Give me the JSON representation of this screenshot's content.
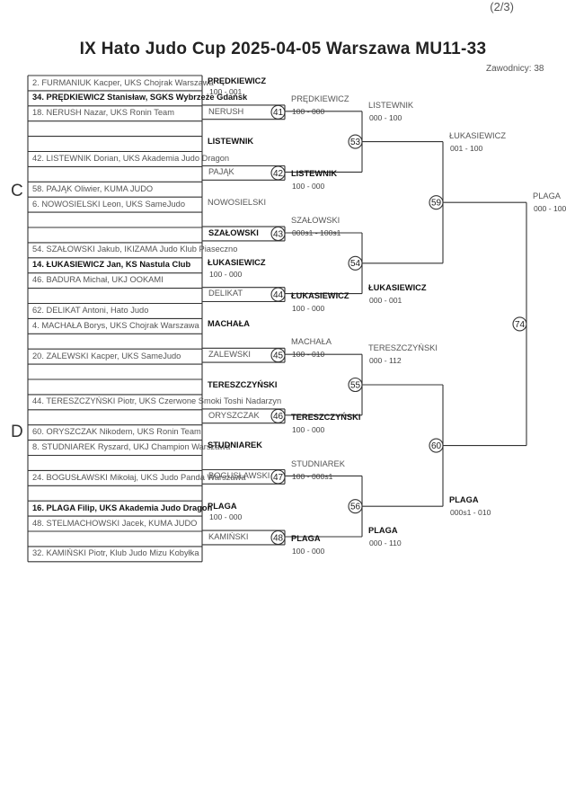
{
  "page": "(2/3)",
  "title": "IX Hato Judo Cup  2025-04-05  Warszawa   MU11-33",
  "participants_count": "Zawodnicy: 38",
  "pools": [
    "C",
    "D"
  ],
  "entries": [
    {
      "text": "2. FURMANIUK Kacper, UKS Chojrak Warszawa",
      "bold": false
    },
    {
      "text": "34. PRĘDKIEWICZ Stanisław, SGKS Wybrzeże Gdańsk",
      "bold": true
    },
    {
      "text": "18. NERUSH Nazar, UKS Ronin Team",
      "bold": false
    },
    {
      "text": "",
      "bold": false
    },
    {
      "text": "",
      "bold": false
    },
    {
      "text": "42. LISTEWNIK Dorian, UKS Akademia Judo Dragon",
      "bold": false
    },
    {
      "text": "",
      "bold": false
    },
    {
      "text": "58. PAJĄK Oliwier, KUMA JUDO",
      "bold": false
    },
    {
      "text": "6. NOWOSIELSKI Leon, UKS SameJudo",
      "bold": false
    },
    {
      "text": "",
      "bold": false
    },
    {
      "text": "",
      "bold": false
    },
    {
      "text": "54. SZAŁOWSKI Jakub, IKIZAMA Judo Klub Piaseczno",
      "bold": false
    },
    {
      "text": "14. ŁUKASIEWICZ Jan, KS Nastula Club",
      "bold": true
    },
    {
      "text": "46. BADURA Michał, UKJ OOKAMI",
      "bold": false
    },
    {
      "text": "",
      "bold": false
    },
    {
      "text": "62. DELIKAT Antoni, Hato Judo",
      "bold": false
    },
    {
      "text": "4. MACHAŁA Borys, UKS Chojrak Warszawa",
      "bold": false
    },
    {
      "text": "",
      "bold": false
    },
    {
      "text": "20. ZALEWSKI Kacper, UKS SameJudo",
      "bold": false
    },
    {
      "text": "",
      "bold": false
    },
    {
      "text": "",
      "bold": false
    },
    {
      "text": "44. TERESZCZYŃSKI Piotr, UKS Czerwone Smoki Toshi Nadarzyn",
      "bold": false
    },
    {
      "text": "",
      "bold": false
    },
    {
      "text": "60. ORYSZCZAK Nikodem, UKS Ronin Team",
      "bold": false
    },
    {
      "text": "8. STUDNIAREK Ryszard, UKJ Champion Warszawa",
      "bold": false
    },
    {
      "text": "",
      "bold": false
    },
    {
      "text": "24. BOGUSŁAWSKI Mikołaj, UKS Judo Panda Warszawa",
      "bold": false
    },
    {
      "text": "",
      "bold": false
    },
    {
      "text": "16. PLAGA Filip, UKS Akademia Judo Dragon",
      "bold": true
    },
    {
      "text": "48. STELMACHOWSKI Jacek, KUMA JUDO",
      "bold": false
    },
    {
      "text": "",
      "bold": false
    },
    {
      "text": "32. KAMIŃSKI Piotr, Klub Judo Mizu Kobyłka",
      "bold": false
    }
  ],
  "round0": [
    {
      "upper": "PRĘDKIEWICZ",
      "upper_bold": true,
      "lower": "NERUSH",
      "lower_bold": false,
      "score": "100 - 001"
    },
    {
      "upper": "LISTEWNIK",
      "upper_bold": true,
      "lower": "PAJĄK",
      "lower_bold": false,
      "score": ""
    },
    {
      "upper": "NOWOSIELSKI",
      "upper_bold": false,
      "lower": "SZAŁOWSKI",
      "lower_bold": true,
      "score": ""
    },
    {
      "upper": "ŁUKASIEWICZ",
      "upper_bold": true,
      "lower": "DELIKAT",
      "lower_bold": false,
      "score": "100 - 000"
    },
    {
      "upper": "MACHAŁA",
      "upper_bold": true,
      "lower": "ZALEWSKI",
      "lower_bold": false,
      "score": ""
    },
    {
      "upper": "TERESZCZYŃSKI",
      "upper_bold": true,
      "lower": "ORYSZCZAK",
      "lower_bold": false,
      "score": ""
    },
    {
      "upper": "STUDNIAREK",
      "upper_bold": true,
      "lower": "BOGUSŁAWSKI",
      "lower_bold": false,
      "score": ""
    },
    {
      "upper": "PLAGA",
      "upper_bold": true,
      "lower": "KAMIŃSKI",
      "lower_bold": false,
      "score": "100 - 000"
    }
  ],
  "matches": [
    {
      "num": "41",
      "top_name": "PRĘDKIEWICZ",
      "top_bold": false,
      "top_score": "100 - 000",
      "bottom_name": "",
      "bottom_bold": false,
      "bottom_score": ""
    },
    {
      "num": "42",
      "top_name": "",
      "top_bold": false,
      "top_score": "",
      "bottom_name": "LISTEWNIK",
      "bottom_bold": true,
      "bottom_score": "100 - 000"
    },
    {
      "num": "43",
      "top_name": "SZAŁOWSKI",
      "top_bold": false,
      "top_score": "000s1 - 100s1",
      "bottom_name": "",
      "bottom_bold": false,
      "bottom_score": ""
    },
    {
      "num": "44",
      "top_name": "",
      "top_bold": false,
      "top_score": "",
      "bottom_name": "ŁUKASIEWICZ",
      "bottom_bold": true,
      "bottom_score": "100 - 000"
    },
    {
      "num": "45",
      "top_name": "MACHAŁA",
      "top_bold": false,
      "top_score": "100 - 010",
      "bottom_name": "",
      "bottom_bold": false,
      "bottom_score": ""
    },
    {
      "num": "46",
      "top_name": "",
      "top_bold": false,
      "top_score": "",
      "bottom_name": "TERESZCZYŃSKI",
      "bottom_bold": true,
      "bottom_score": "100 - 000"
    },
    {
      "num": "47",
      "top_name": "STUDNIAREK",
      "top_bold": false,
      "top_score": "100 - 000s1",
      "bottom_name": "",
      "bottom_bold": false,
      "bottom_score": ""
    },
    {
      "num": "48",
      "top_name": "",
      "top_bold": false,
      "top_score": "",
      "bottom_name": "PLAGA",
      "bottom_bold": true,
      "bottom_score": "100 - 000"
    },
    {
      "num": "53",
      "top_name": "LISTEWNIK",
      "top_bold": false,
      "top_score": "000 - 100",
      "bottom_name": "",
      "bottom_bold": false,
      "bottom_score": ""
    },
    {
      "num": "54",
      "top_name": "",
      "top_bold": false,
      "top_score": "",
      "bottom_name": "ŁUKASIEWICZ",
      "bottom_bold": true,
      "bottom_score": "000 - 001"
    },
    {
      "num": "55",
      "top_name": "TERESZCZYŃSKI",
      "top_bold": false,
      "top_score": "000 - 112",
      "bottom_name": "",
      "bottom_bold": false,
      "bottom_score": ""
    },
    {
      "num": "56",
      "top_name": "",
      "top_bold": false,
      "top_score": "",
      "bottom_name": "PLAGA",
      "bottom_bold": true,
      "bottom_score": "000 - 110"
    },
    {
      "num": "59",
      "top_name": "ŁUKASIEWICZ",
      "top_bold": false,
      "top_score": "001 - 100",
      "bottom_name": "",
      "bottom_bold": false,
      "bottom_score": ""
    },
    {
      "num": "60",
      "top_name": "",
      "top_bold": false,
      "top_score": "",
      "bottom_name": "PLAGA",
      "bottom_bold": true,
      "bottom_score": "000s1 - 010"
    },
    {
      "num": "74",
      "top_name": "PLAGA",
      "top_bold": false,
      "top_score": "000 - 100",
      "bottom_name": "",
      "bottom_bold": false,
      "bottom_score": ""
    }
  ]
}
